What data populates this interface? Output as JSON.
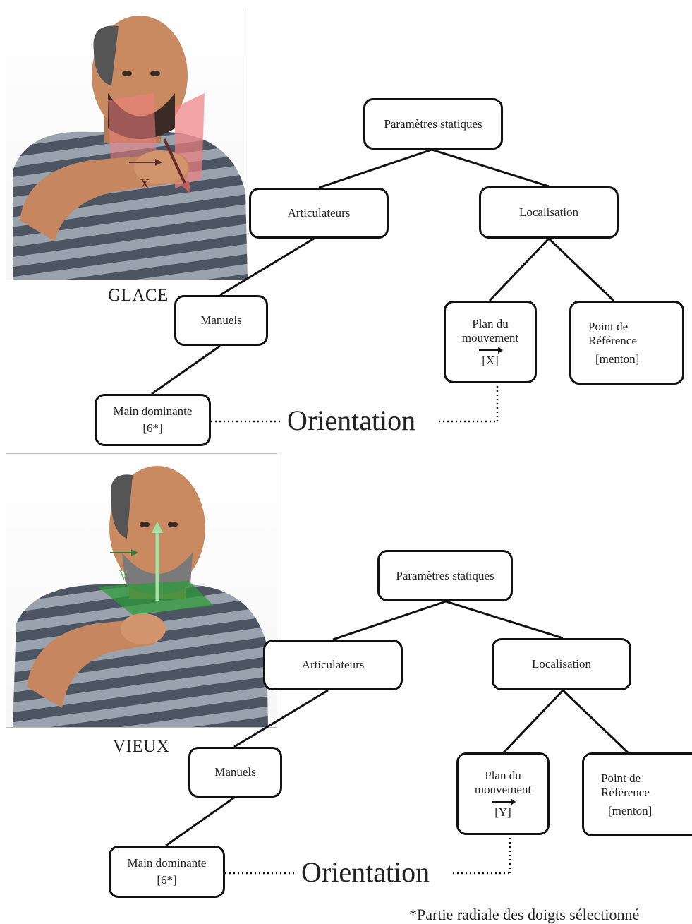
{
  "top": {
    "caption": "GLACE",
    "photo_labels": {
      "arrow_letter": "X"
    },
    "tree": {
      "root": "Paramètres statiques",
      "articulateurs": "Articulateurs",
      "localisation": "Localisation",
      "manuels": "Manuels",
      "main_dominante": {
        "label": "Main dominante",
        "value": "[6*]"
      },
      "plan": {
        "line1": "Plan du",
        "line2": "mouvement",
        "value": "[X]"
      },
      "point": {
        "line1": "Point de",
        "line2": "Référence",
        "value": "[menton]"
      }
    },
    "orientation": "Orientation"
  },
  "bottom": {
    "caption": "VIEUX",
    "photo_labels": {
      "arrow_letter": "V"
    },
    "tree": {
      "root": "Paramètres statiques",
      "articulateurs": "Articulateurs",
      "localisation": "Localisation",
      "manuels": "Manuels",
      "main_dominante": {
        "label": "Main dominante",
        "value": "[6*]"
      },
      "plan": {
        "line1": "Plan du",
        "line2": "mouvement",
        "value": "[Y]"
      },
      "point": {
        "line1": "Point de",
        "line2": "Référence",
        "value": "[menton]"
      }
    },
    "orientation": "Orientation"
  },
  "footnote": "*Partie radiale des doigts sélectionné",
  "colors": {
    "shirt_dark": "#4d5563",
    "shirt_light": "#9aa2ad",
    "skin": "#c98a62",
    "red_plane": "#f08080",
    "green_plane": "#2e9a3a",
    "green_arrow": "#9fe0a0"
  }
}
